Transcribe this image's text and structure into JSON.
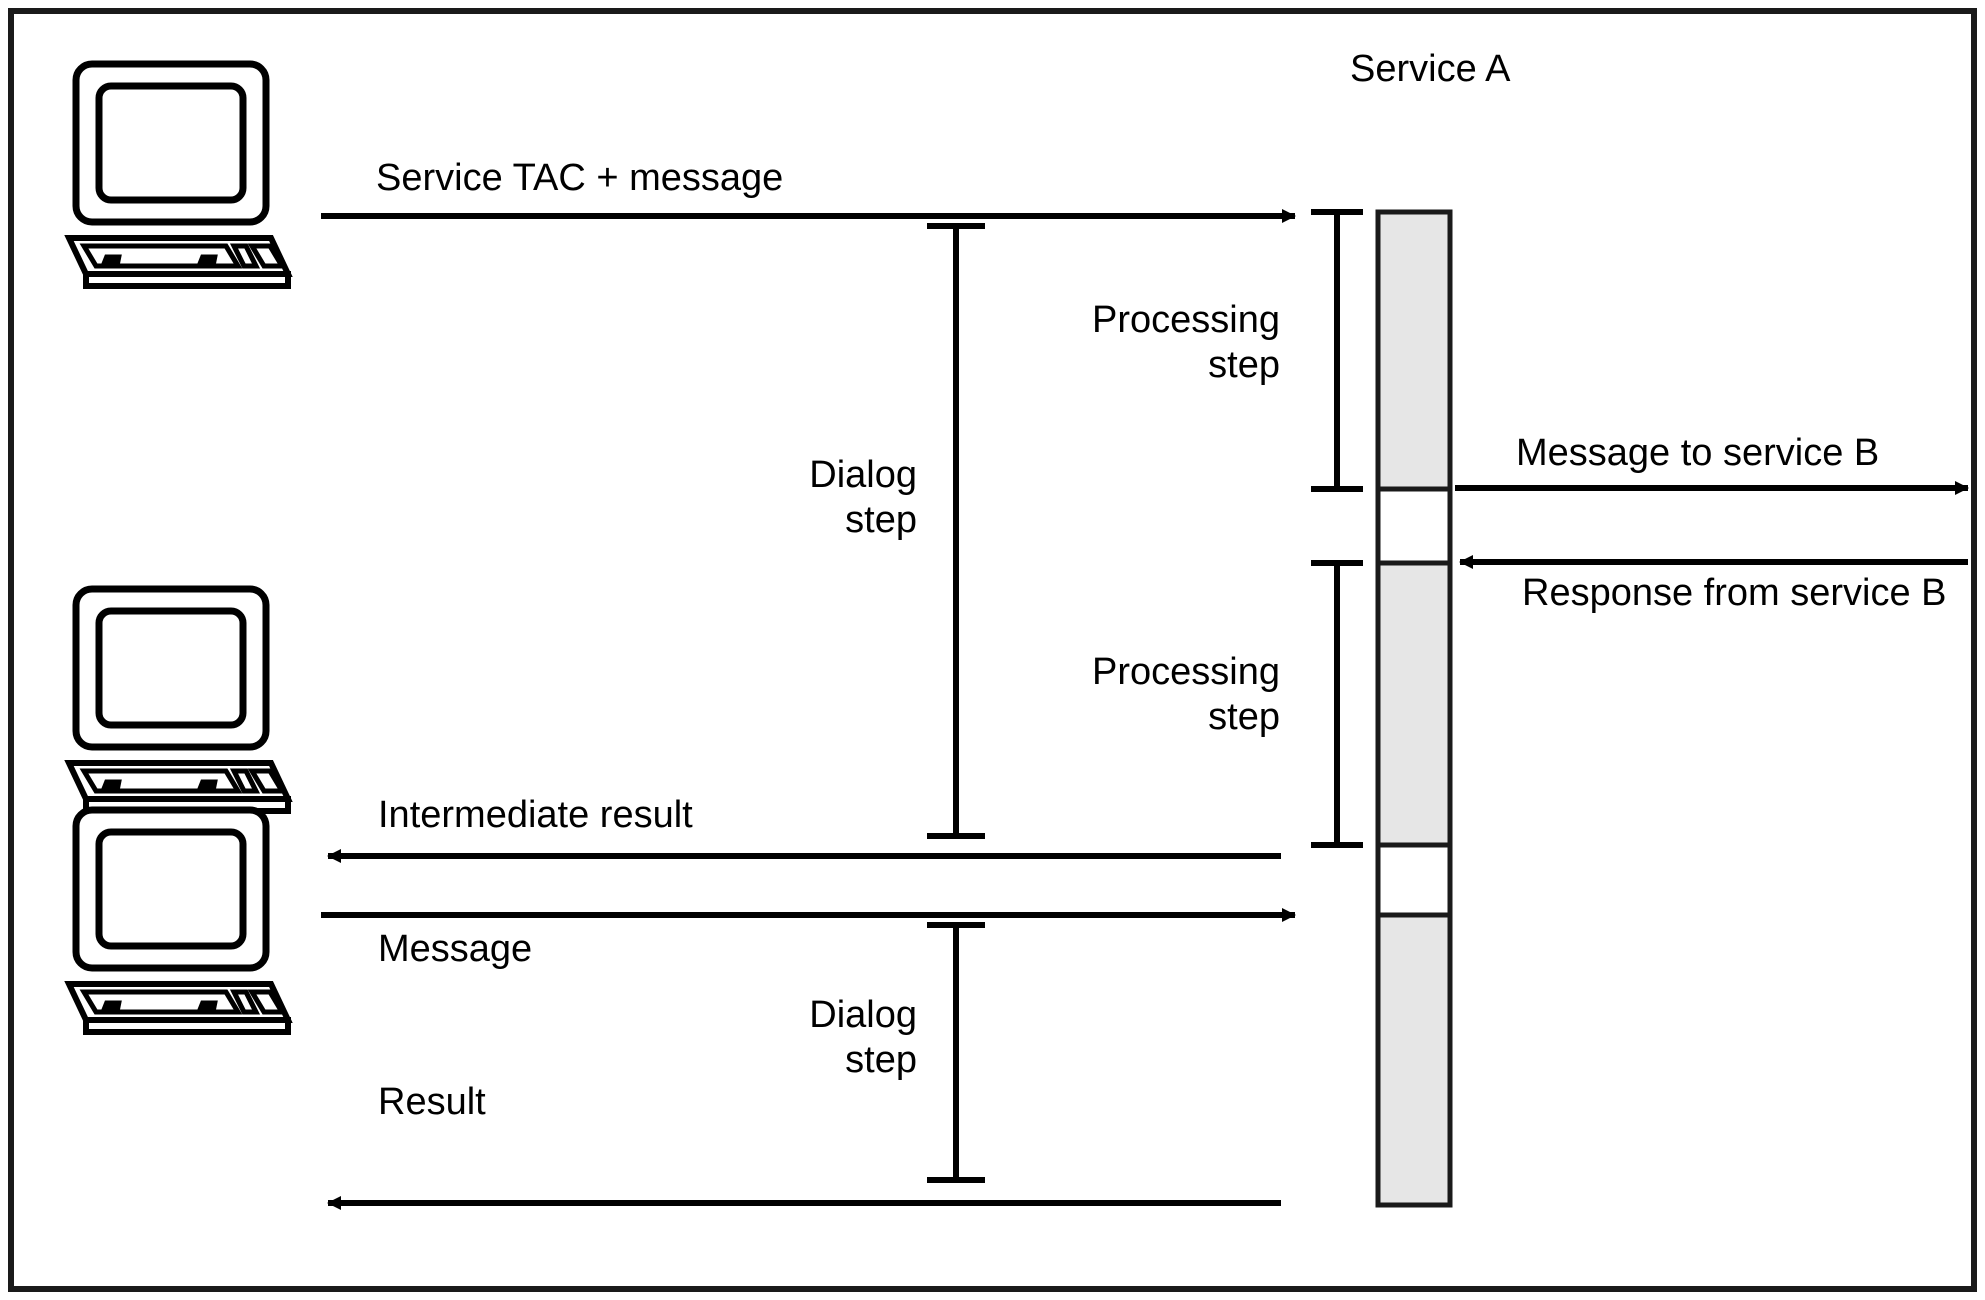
{
  "diagram": {
    "title": "Service A",
    "frame": {
      "border_color": "#1a1a1a",
      "background": "#ffffff"
    },
    "colors": {
      "stroke": "#000000",
      "activation_fill": "#e6e6e6",
      "activation_stroke": "#1a1a1a"
    },
    "actors": [
      {
        "id": "client-top",
        "name": "workstation-computer"
      },
      {
        "id": "client-middle",
        "name": "workstation-computer"
      },
      {
        "id": "client-bottom",
        "name": "workstation-computer"
      }
    ],
    "service_column": {
      "label": "Service A",
      "segments": [
        {
          "id": "activation-1",
          "filled": true
        },
        {
          "id": "idle-1",
          "filled": false
        },
        {
          "id": "activation-2",
          "filled": true
        },
        {
          "id": "idle-2",
          "filled": false
        },
        {
          "id": "activation-3",
          "filled": true
        }
      ]
    },
    "messages": [
      {
        "id": "msg-service-tac",
        "label": "Service TAC + message",
        "direction": "right"
      },
      {
        "id": "msg-to-service-b",
        "label": "Message to service B",
        "direction": "right"
      },
      {
        "id": "msg-response-service-b",
        "label": "Response from service B",
        "direction": "left"
      },
      {
        "id": "msg-intermediate-result",
        "label": "Intermediate result",
        "direction": "left"
      },
      {
        "id": "msg-message",
        "label": "Message",
        "direction": "right"
      },
      {
        "id": "msg-result",
        "label": "Result",
        "direction": "left"
      }
    ],
    "brackets": [
      {
        "id": "bracket-dialog-step-1",
        "label_line1": "Dialog",
        "label_line2": "step"
      },
      {
        "id": "bracket-processing-step-1",
        "label_line1": "Processing",
        "label_line2": "step"
      },
      {
        "id": "bracket-processing-step-2",
        "label_line1": "Processing",
        "label_line2": "step"
      },
      {
        "id": "bracket-dialog-step-2",
        "label_line1": "Dialog",
        "label_line2": "step"
      }
    ]
  }
}
